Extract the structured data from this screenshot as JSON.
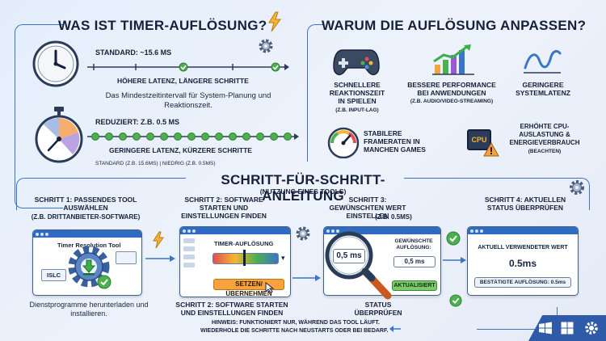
{
  "left": {
    "title": "WAS IST TIMER-AUFLÖSUNG?",
    "standard_label": "STANDARD: ~15.6 ms",
    "standard_caption": "HÖHERE LATENZ, LÄNGERE SCHRITTE",
    "description": "Das Mindestzeitintervall für System-Planung und Reaktionszeit.",
    "reduced_label": "REDUZIERT: Z.B. 0.5 ms",
    "reduced_caption": "GERINGERE LATENZ, KÜRZERE SCHRITTE",
    "comparison_note": "STANDARD (Z.B. 15.6ms)  |  NIEDRIG (Z.B. 0.5ms)"
  },
  "right": {
    "title": "WARUM DIE AUFLÖSUNG ANPASSEN?",
    "benefit1_title": "SCHNELLERE REAKTIONSZEIT IN SPIELEN",
    "benefit1_sub": "(Z.B. INPUT-LAG)",
    "benefit2_title": "BESSERE PERFORMANCE BEI ANWENDUNGEN",
    "benefit2_sub": "(Z.B. AUDIO/VIDEO-STREAMING)",
    "benefit3_title": "GERINGERE SYSTEMLATENZ",
    "benefit4_title": "STABILERE FRAMERATEN IN MANCHEN GAMES",
    "warning_title": "ERHÖHTE CPU-AUSLASTUNG & ENERGIEVERBRAUCH",
    "warning_sub": "(BEACHTEN)",
    "cpu_label": "CPU"
  },
  "guide": {
    "title": "SCHRITT-FÜR-SCHRITT-ANLEITUNG",
    "subtitle": "(NUTZUNG EINES TOOLS)",
    "step1_title": "SCHRITT 1: PASSENDES TOOL AUSWÄHLEN",
    "step1_sub": "(Z.B. DRITTANBIETER-SOFTWARE)",
    "step1_window_title": "Timer Resolution Tool",
    "step1_window_item": "ISLC",
    "step1_caption": "Dienstprogramme herunterladen und installieren.",
    "step2_title": "SCHRITT 2: SOFTWARE STARTEN UND EINSTELLUNGEN FINDEN",
    "step2_window_title": "TIMER-AUFLÖSUNG",
    "step2_button": "SETZEN/ÜBERNEHMEN",
    "step2_caption": "SCHRITT 2: SOFTWARE STARTEN UND EINSTELLUNGEN FINDEN",
    "step3_title": "SCHRITT 3: GEWÜNSCHTEN WERT EINSTELLEN",
    "step3_title_sub": "(Z.B. 0.5ms)",
    "step3_magnified_value": "0,5 ms",
    "step3_field_label": "GEWÜNSCHTE AUFLÖSUNG:",
    "step3_field_value": "0,5 ms",
    "step3_status": "AKTUALISIERT",
    "step3_caption": "STATUS ÜBERPRÜFEN",
    "step4_title": "SCHRITT 4: AKTUELLEN STATUS ÜBERPRÜFEN",
    "step4_label": "AKTUELL VERWENDETER WERT",
    "step4_value": "0.5ms",
    "step4_confirm": "BESTÄTIGTE AUFLÖSUNG: 0.5ms",
    "note_line1": "HINWEIS: FUNKTIONIERT NUR, WÄHREND DAS TOOL LÄUFT.",
    "note_line2": "WIEDERHOLE DIE SCHRITTE NACH NEUSTARTS ODER BEI BEDARF."
  },
  "colors": {
    "accent_blue": "#2f6bc2",
    "orange": "#f7a23c",
    "green": "#4caf50",
    "dark": "#15213a"
  }
}
